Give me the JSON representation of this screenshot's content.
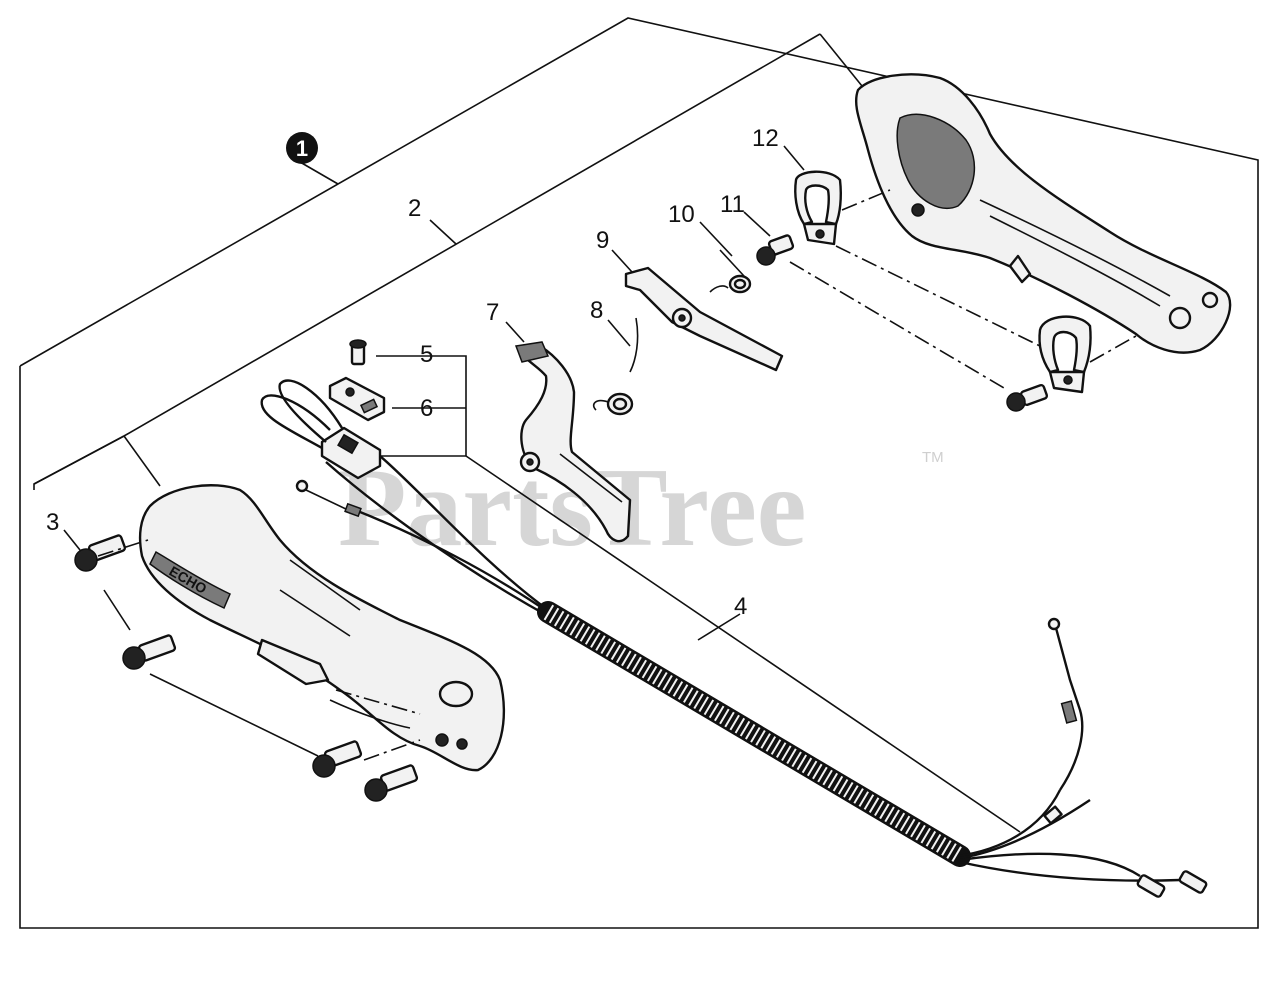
{
  "diagram": {
    "assembly_callout": "1",
    "callouts": [
      {
        "id": "label-2",
        "text": "2"
      },
      {
        "id": "label-3",
        "text": "3"
      },
      {
        "id": "label-4",
        "text": "4"
      },
      {
        "id": "label-5",
        "text": "5"
      },
      {
        "id": "label-6",
        "text": "6"
      },
      {
        "id": "label-7",
        "text": "7"
      },
      {
        "id": "label-8",
        "text": "8"
      },
      {
        "id": "label-9",
        "text": "9"
      },
      {
        "id": "label-10",
        "text": "10"
      },
      {
        "id": "label-11",
        "text": "11"
      },
      {
        "id": "label-12",
        "text": "12"
      }
    ],
    "handle_brand_text": "ECHO"
  },
  "watermark": {
    "text": "PartsTree",
    "trademark": "TM"
  }
}
